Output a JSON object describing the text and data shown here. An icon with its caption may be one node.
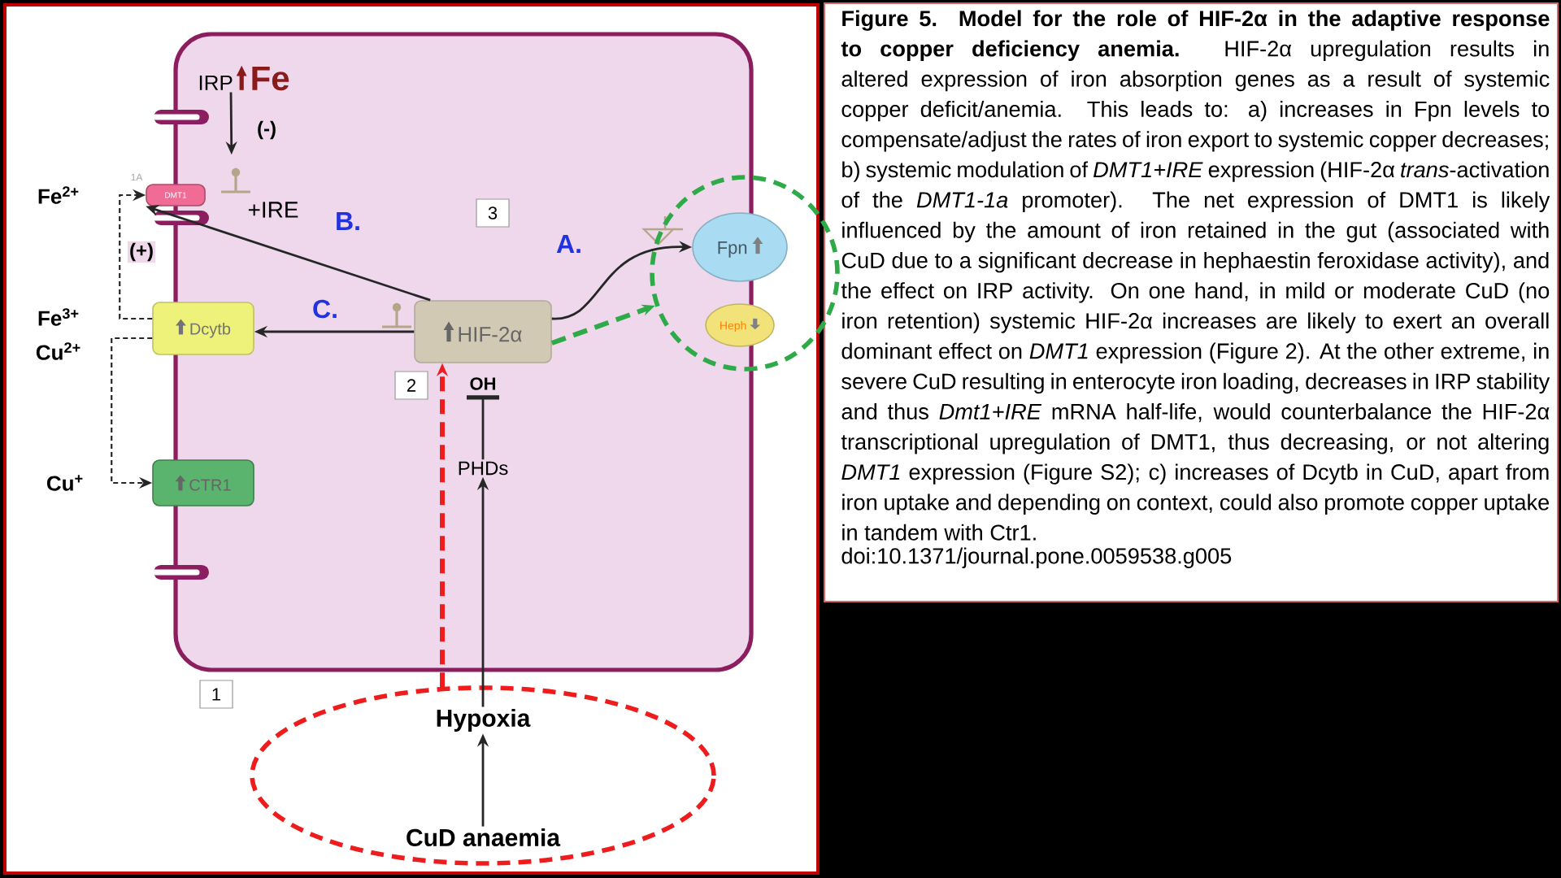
{
  "diagram": {
    "title": "Figure 5. Model for the role of HIF-2α in the adaptive response to copper deficiency anemia.",
    "caption": "HIF-2α upregulation results in altered expression of iron absorption genes as a result of systemic copper deficit/anemia. This leads to: a) increases in Fpn levels to compensate/adjust the rates of iron export to systemic copper decreases; b) systemic modulation of *DMT1+IRE* expression (HIF-2α *trans*-activation of the *DMT1-1a* promoter). The net expression of DMT1 is likely influenced by the amount of iron retained in the gut (associated with CuD due to a significant decrease in hephaestin feroxidase activity), and the effect on IRP activity. On one hand, in mild or moderate CuD (no iron retention) systemic HIF-2α increases are likely to exert an overall dominant effect on *DMT1* expression (Figure 2). At the other extreme, in severe CuD resulting in enterocyte iron loading, decreases in IRP stability and thus *Dmt1+IRE* mRNA half-life, would counterbalance the HIF-2α transcriptional upregulation of DMT1, thus decreasing, or not altering *DMT1* expression (Figure S2); c) increases of Dcytb in CuD, apart from iron uptake and depending on context, could also promote copper uptake in tandem with Ctr1.",
    "nodes": [
      {
        "text": [
          "IRP",
          "Fe"
        ]
      },
      {
        "text": [
          "DMT1"
        ]
      },
      {
        "text": [],
        "shape": "ellipse"
      },
      {
        "text": [
          "Fpn"
        ],
        "in": 2
      },
      {
        "text": [
          "Heph"
        ],
        "in": 2
      },
      {
        "text": [
          "Dcytb"
        ]
      },
      {
        "text": [
          "HIF-2α"
        ]
      },
      {
        "text": [
          "CTR1"
        ]
      },
      {
        "text": [
          "OH"
        ]
      },
      {
        "text": [
          "PHDs"
        ]
      },
      {
        "text": [],
        "shape": "ellipse"
      },
      {
        "text": [
          "Hypoxia"
        ],
        "in": 10
      },
      {
        "text": [
          "CuD anaemia"
        ],
        "in": 10
      }
    ],
    "edges": [
      {
        "from": 0,
        "to": 1,
        "arrow": "to",
        "label": "(-)"
      },
      {
        "from": 6,
        "to": 1,
        "arrow": "to",
        "label": "B."
      },
      {
        "from": 6,
        "to": 5,
        "arrow": "to",
        "label": "C."
      },
      {
        "from": 6,
        "to": 3,
        "arrow": "to",
        "label": "A."
      },
      {
        "from": 6,
        "to": 2,
        "arrow": "to",
        "style": "dashed",
        "color": "#2eaa48"
      },
      {
        "from": 5,
        "to": 1,
        "arrow": "to",
        "style": "dashed",
        "label": "(+)"
      },
      {
        "from": 5,
        "to": 7,
        "arrow": "to",
        "style": "dashed"
      },
      {
        "from": 9,
        "to": 8,
        "arrow": "other"
      },
      {
        "from": 11,
        "to": 9,
        "arrow": "to"
      },
      {
        "from": 12,
        "to": 11,
        "arrow": "to"
      },
      {
        "from": 10,
        "to": 6,
        "arrow": "to",
        "style": "dashed",
        "color": "#ee1c1c"
      }
    ],
    "labels": [
      "1A",
      "Fe$^{2+}$",
      "+IRE",
      "3",
      "Fe$^{3+}$",
      "Cu$^{2+}$",
      "2",
      "Cu$^{+}$",
      "1",
      "doi:10.1371/journal.pone.0059538.g005"
    ]
  }
}
